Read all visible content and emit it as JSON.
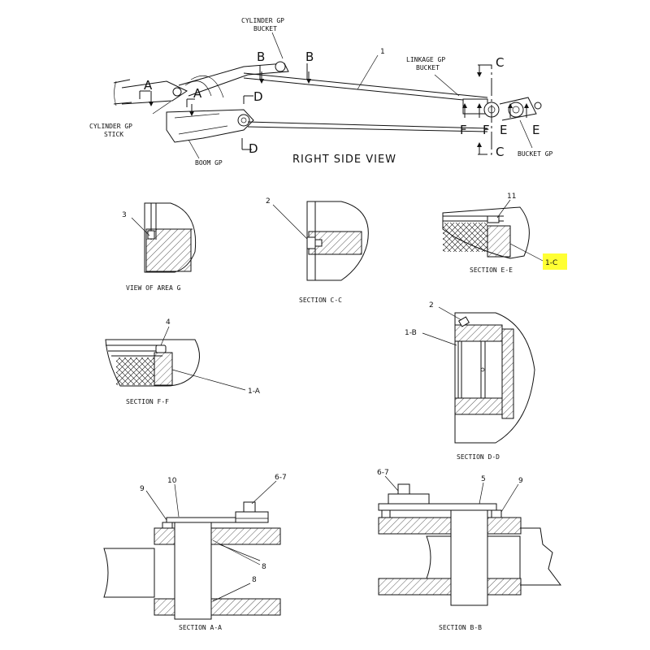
{
  "view": {
    "title": "RIGHT SIDE VIEW",
    "callouts": {
      "cylinder_bucket_1": "CYLINDER GP",
      "cylinder_bucket_2": "BUCKET",
      "cylinder_stick_1": "CYLINDER GP",
      "cylinder_stick_2": "STICK",
      "boom": "BOOM GP",
      "linkage_1": "LINKAGE GP",
      "linkage_2": "BUCKET",
      "bucket": "BUCKET GP",
      "item_1": "1"
    },
    "section_letters": {
      "a": "A",
      "b": "B",
      "c": "C",
      "d": "D",
      "e": "E",
      "f": "F"
    }
  },
  "sections": {
    "area_g": {
      "title": "VIEW OF AREA G",
      "callout": "3"
    },
    "c_c": {
      "title": "SECTION C-C",
      "callout": "2"
    },
    "e_e": {
      "title": "SECTION E-E",
      "callout_top": "11",
      "callout_side": "1-C",
      "highlight_color": "#ffff33"
    },
    "f_f": {
      "title": "SECTION F-F",
      "callout_top": "4",
      "callout_side": "1-A"
    },
    "d_d": {
      "title": "SECTION D-D",
      "callout_top": "2",
      "callout_side": "1-B"
    },
    "a_a": {
      "title": "SECTION A-A",
      "callout_9": "9",
      "callout_10": "10",
      "callout_67": "6-7",
      "callout_8a": "8",
      "callout_8b": "8"
    },
    "b_b": {
      "title": "SECTION B-B",
      "callout_67": "6-7",
      "callout_5": "5",
      "callout_9": "9"
    }
  }
}
